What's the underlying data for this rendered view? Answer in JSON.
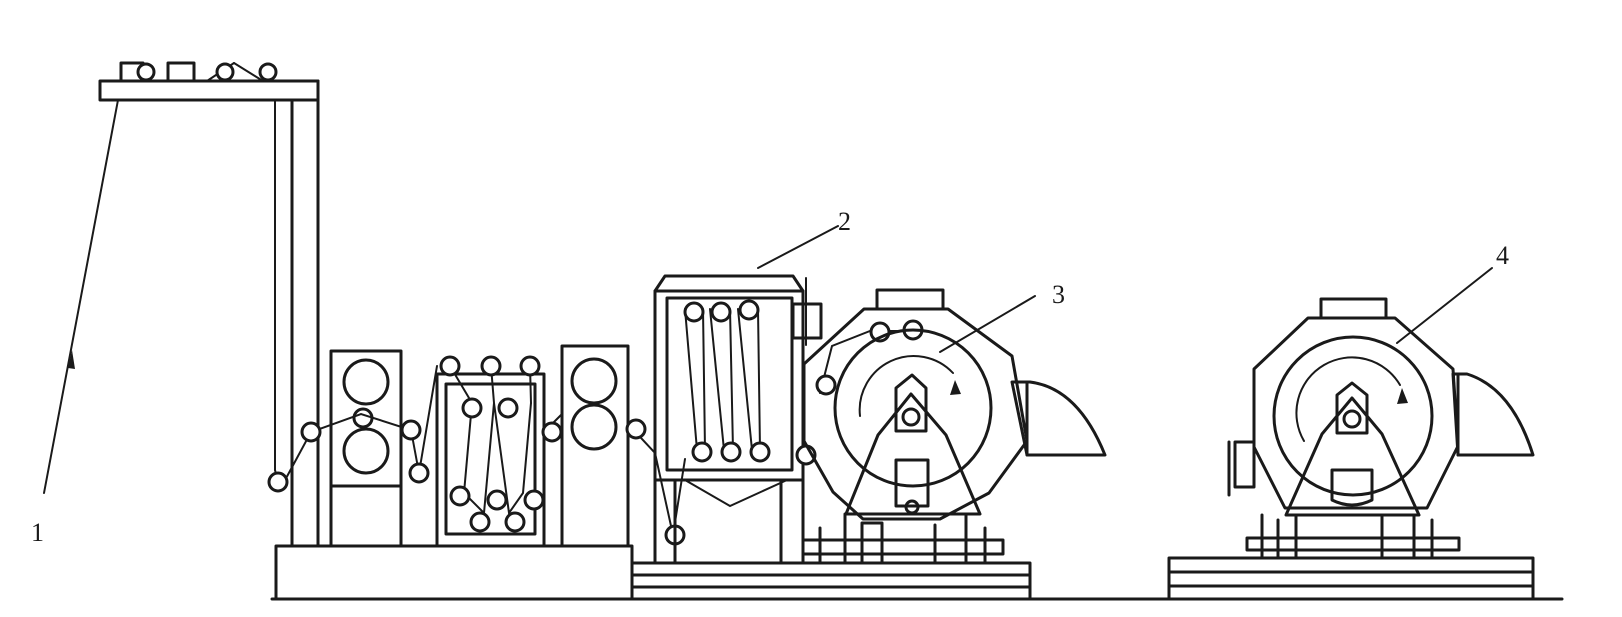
{
  "diagram": {
    "callouts": [
      {
        "id": "1",
        "text": "1"
      },
      {
        "id": "2",
        "text": "2"
      },
      {
        "id": "3",
        "text": "3"
      },
      {
        "id": "4",
        "text": "4"
      }
    ],
    "ink_color": "#1a1a1a",
    "background_color": "#ffffff"
  }
}
